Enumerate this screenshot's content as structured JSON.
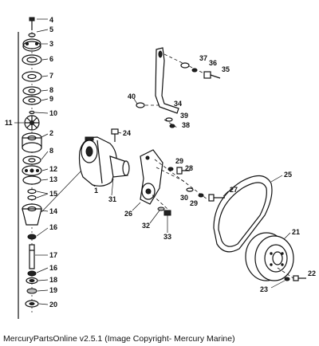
{
  "caption": "MercuryPartsOnline v2.5.1 (Image Copyright- Mercury Marine)",
  "callouts": {
    "c1": "1",
    "c2": "2",
    "c3": "3",
    "c4": "4",
    "c5": "5",
    "c6": "6",
    "c7": "7",
    "c8a": "8",
    "c8b": "8",
    "c9": "9",
    "c10": "10",
    "c11": "11",
    "c12": "12",
    "c13": "13",
    "c14": "14",
    "c15": "15",
    "c16a": "16",
    "c16b": "16",
    "c17": "17",
    "c18": "18",
    "c19": "19",
    "c20": "20",
    "c21": "21",
    "c22": "22",
    "c23": "23",
    "c24": "24",
    "c25": "25",
    "c26": "26",
    "c27": "27",
    "c28": "28",
    "c29a": "29",
    "c29b": "29",
    "c30": "30",
    "c31": "31",
    "c32": "32",
    "c33": "33",
    "c34": "34",
    "c35": "35",
    "c36": "36",
    "c37": "37",
    "c38": "38",
    "c39": "39",
    "c40": "40"
  }
}
